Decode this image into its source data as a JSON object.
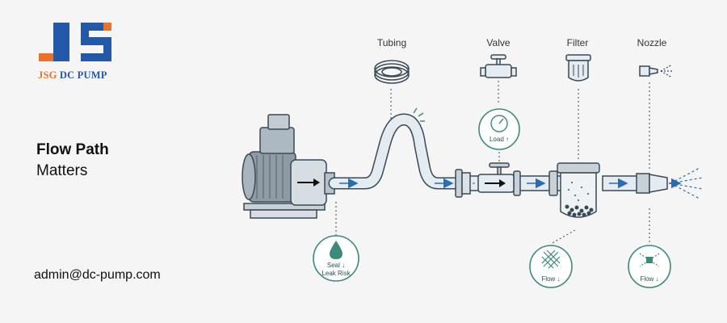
{
  "brand": {
    "name_part1": "JSG",
    "name_part2": "DC PUMP",
    "colors": {
      "orange": "#e8732a",
      "blue": "#2458a8"
    }
  },
  "headline": {
    "line1": "Flow Path",
    "line2": "Matters"
  },
  "contact": {
    "email": "admin@dc-pump.com"
  },
  "diagram": {
    "components": [
      {
        "label": "Tubing",
        "icon": "tubing-coil-icon"
      },
      {
        "label": "Valve",
        "icon": "valve-icon"
      },
      {
        "label": "Filter",
        "icon": "filter-icon"
      },
      {
        "label": "Nozzle",
        "icon": "nozzle-icon"
      }
    ],
    "badges": [
      {
        "icon": "water-drop-icon",
        "line1": "Seal ↓",
        "line2": "Leak Risk"
      },
      {
        "icon": "pressure-gauge-icon",
        "line1": "Load ↑"
      },
      {
        "icon": "mesh-icon",
        "line1": "Flow ↓"
      },
      {
        "icon": "spray-icon",
        "line1": "Flow ↓"
      }
    ],
    "colors": {
      "line": "#3a4a55",
      "pipe": "#e4ebf1",
      "flow": "#2a6db5",
      "badge": "#3e8a7a"
    }
  }
}
